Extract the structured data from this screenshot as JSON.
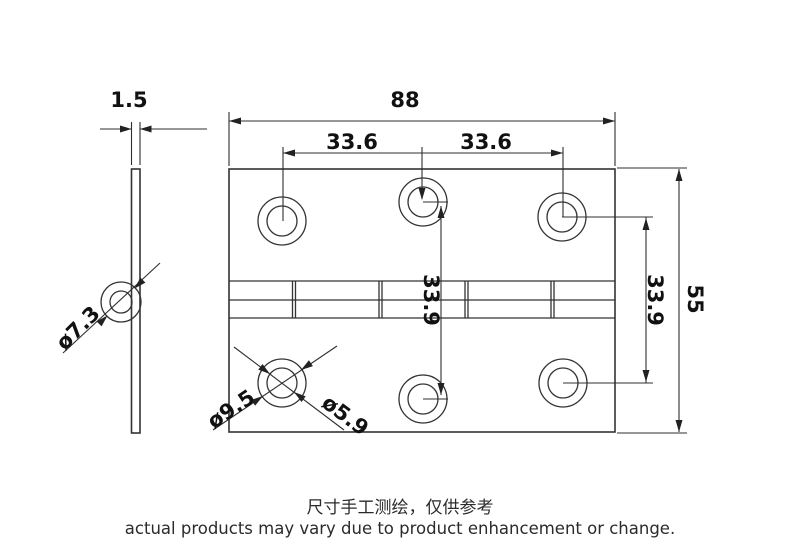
{
  "drawing": {
    "colors": {
      "line": "#333333",
      "dimension_text": "#111111",
      "footer_text": "#2b2b2b",
      "background": "#ffffff"
    },
    "side_view": {
      "thickness": "1.5",
      "pin_hole_diameter": "ø7.3"
    },
    "front_view": {
      "overall_width": "88",
      "overall_height": "55",
      "hole_spacing_horizontal_left": "33.6",
      "hole_spacing_horizontal_right": "33.6",
      "hole_spacing_vertical_middle": "33.9",
      "hole_spacing_vertical_right": "33.9",
      "countersink_diameter": "ø9.5",
      "through_hole_diameter": "ø5.9"
    },
    "footer": {
      "note_zh": "尺寸手工测绘，仅供参考",
      "note_en": "actual products may vary due to product enhancement or change."
    }
  }
}
